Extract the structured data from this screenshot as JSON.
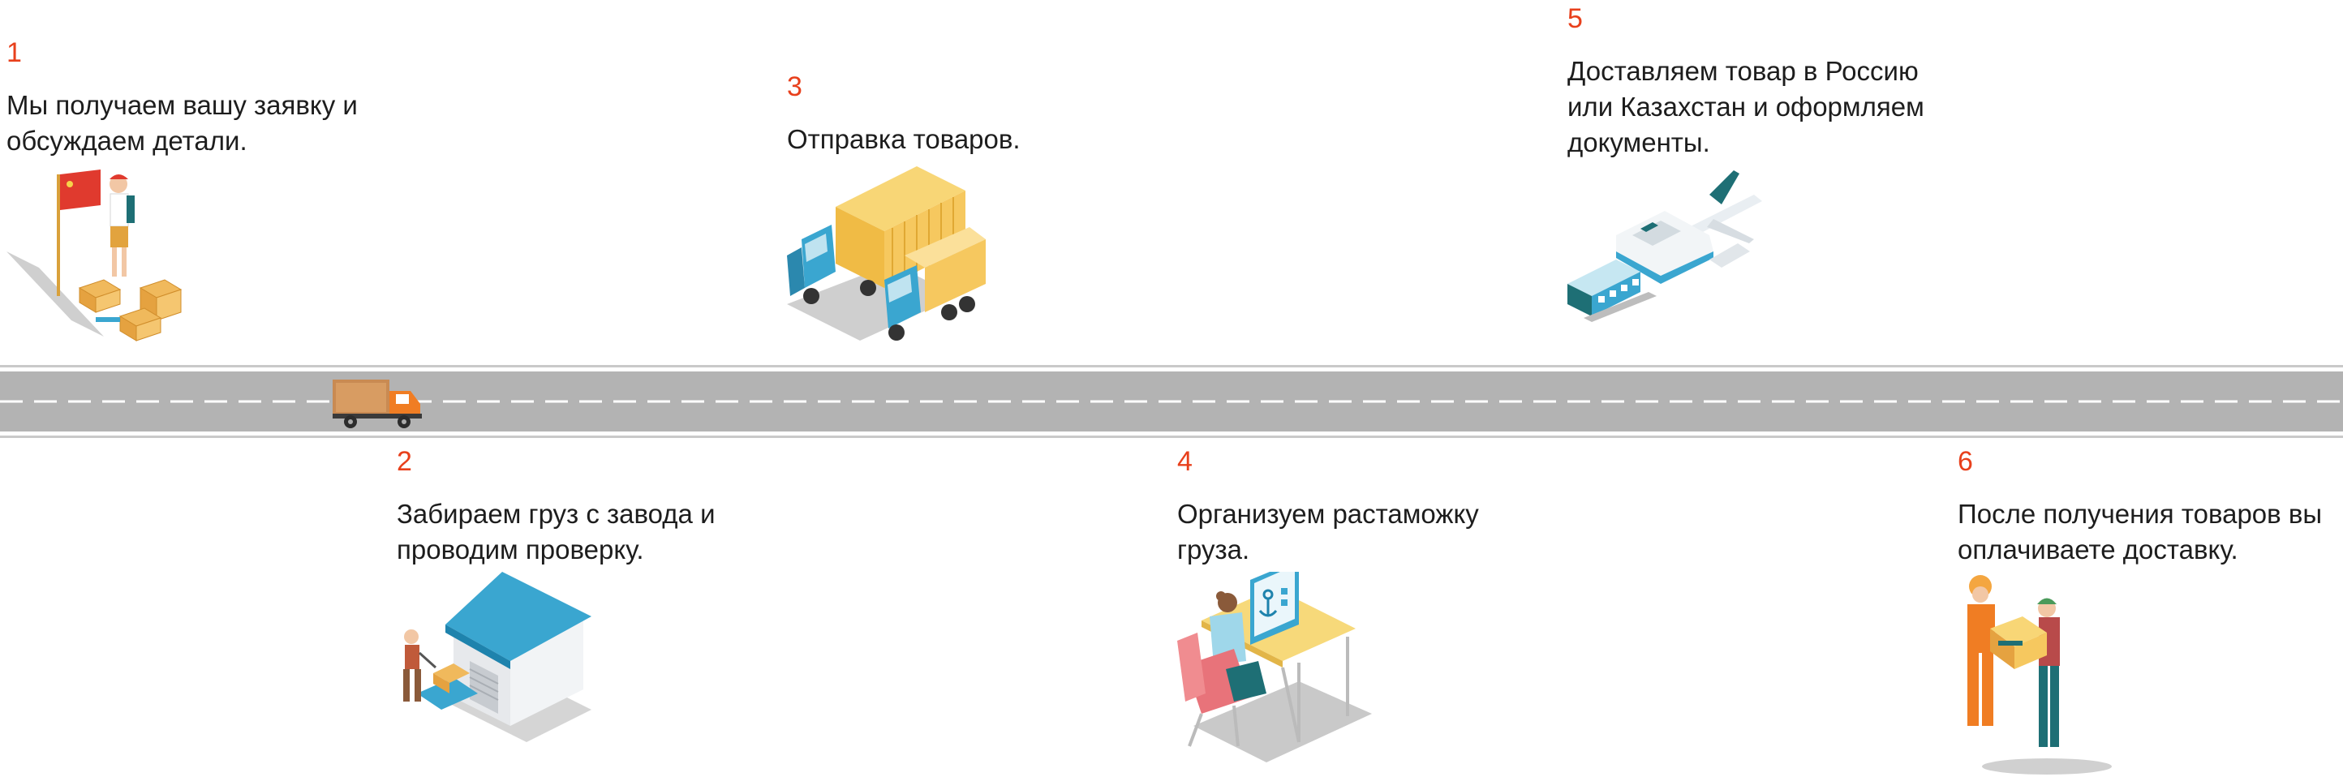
{
  "steps": [
    {
      "number": "1",
      "text": "Мы получаем вашу заявку и\nобсуждаем детали."
    },
    {
      "number": "2",
      "text": "Забираем груз с завода и\nпроводим проверку."
    },
    {
      "number": "3",
      "text": "Отправка товаров."
    },
    {
      "number": "4",
      "text": "Организуем растаможку\nгруза."
    },
    {
      "number": "5",
      "text": "Доставляем товар в Россию\nили Казахстан и оформляем\nдокументы."
    },
    {
      "number": "6",
      "text": "После получения товаров вы\nоплачиваете доставку."
    }
  ],
  "colors": {
    "accent": "#e8401c",
    "road": "#b3b3b3",
    "truck_orange": "#f07d23",
    "container_yellow": "#f6c85f",
    "sky_blue": "#3aa6d0"
  },
  "icons": {
    "step1": "china-flag-worker-boxes-icon",
    "step2": "warehouse-cart-icon",
    "step3": "container-trucks-icon",
    "step4": "customs-desk-icon",
    "step5": "train-ship-plane-icon",
    "step6": "courier-handover-icon",
    "road": "delivery-truck-icon"
  }
}
